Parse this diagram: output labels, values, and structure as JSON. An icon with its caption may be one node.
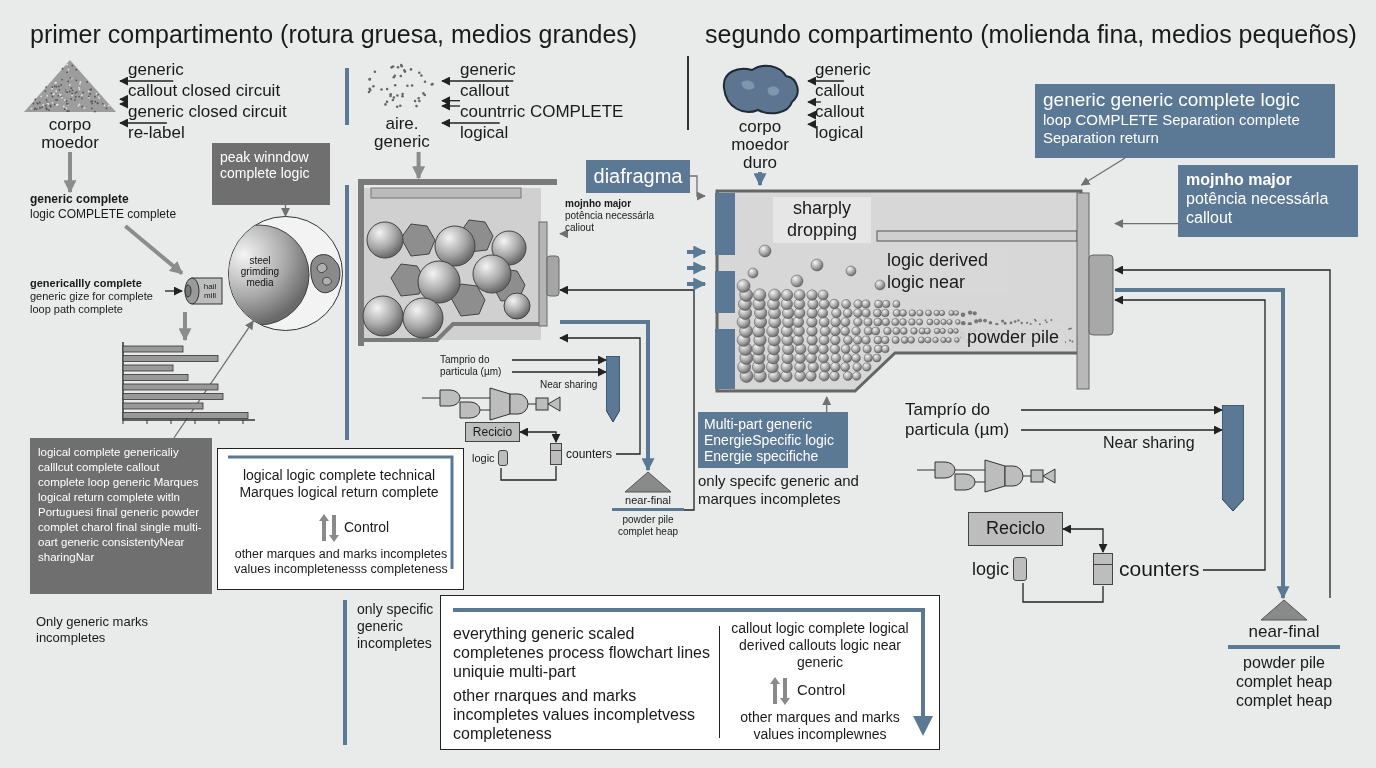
{
  "diagram": {
    "nodes": [
      {
        "text": [
          "corpo moedor"
        ]
      },
      {
        "text": [
          "generic"
        ]
      },
      {
        "text": [
          "callout closed circuit"
        ]
      },
      {
        "text": [
          "generic closed circuit"
        ]
      },
      {
        "text": [
          "re-label"
        ]
      },
      {
        "text": [
          "generic complete",
          "logic COMPLETE complete"
        ]
      },
      {
        "text": [
          "genericallly complete",
          "generic gize for complete loop path complete"
        ]
      },
      {
        "text": [
          "hail mill"
        ]
      },
      {
        "text": [],
        "shape": "picture"
      },
      {
        "text": [
          "steel grimding media"
        ]
      },
      {
        "text": [
          "peak winndow complete logic"
        ]
      },
      {
        "text": [
          "logical complete genericaliy calllcut complete callout complete loop generic Marques logical return complete witln Portuguesi final generic powder complet charol final single multi-oart generic consistentyNear sharingNar"
        ]
      },
      {
        "text": [
          "logical logic complete technical Marques logical return complete",
          "Control",
          "other marques and marks incompletes values incompletenesss completeness"
        ]
      },
      {
        "text": [
          "aire. generic"
        ]
      },
      {
        "text": [
          "generic"
        ]
      },
      {
        "text": [
          "callout"
        ]
      },
      {
        "text": [
          "countrric COMPLETE"
        ]
      },
      {
        "text": [
          "logical"
        ]
      },
      {
        "text": [],
        "shape": "picture"
      },
      {
        "text": [
          "diafragma"
        ]
      },
      {
        "text": [
          "mojnho major",
          "potência necessárla caliout"
        ]
      },
      {
        "text": [
          "Tamprio do particula (µm)"
        ]
      },
      {
        "text": [],
        "shape": "bar"
      },
      {
        "text": [
          "Recicio"
        ]
      },
      {
        "text": [],
        "shape": "box",
        "beside": [
          "logic"
        ]
      },
      {
        "text": [],
        "shape": "cylinder",
        "beside": [
          "counters"
        ]
      },
      {
        "text": [
          "near-final",
          "powder pile complet heap"
        ]
      },
      {
        "text": [
          "corpo moedor duro"
        ]
      },
      {
        "text": [
          "generic"
        ]
      },
      {
        "text": [
          "callout"
        ]
      },
      {
        "text": [
          "callout"
        ]
      },
      {
        "text": [
          "logical"
        ]
      },
      {
        "text": [],
        "shape": "picture"
      },
      {
        "text": [
          "sharply dropping"
        ],
        "in": 32
      },
      {
        "text": [
          "logic derived logic near"
        ],
        "in": 32
      },
      {
        "text": [
          "powder pile"
        ],
        "in": 32
      },
      {
        "text": [
          "generic generic complete logic",
          "loop COMPLETE Separation complete Separation return"
        ]
      },
      {
        "text": [
          "mojnho major",
          "potência necessárla callout"
        ]
      },
      {
        "text": [
          "Multi-part generic EnergieSpecific logic Energie specifiche"
        ],
        "beside": [
          "only specifc generic and marques incompletes"
        ]
      },
      {
        "text": [
          "Tamprío do particula (µm)"
        ]
      },
      {
        "text": [],
        "shape": "bar"
      },
      {
        "text": [
          "Reciclo"
        ]
      },
      {
        "text": [],
        "shape": "box",
        "beside": [
          "logic"
        ]
      },
      {
        "text": [],
        "shape": "cylinder",
        "beside": [
          "counters"
        ]
      },
      {
        "text": [
          "near-final",
          "powder pile complet heap complet heap"
        ]
      },
      {
        "text": [
          "everything generic scaled completenes process flowchart lines uniquie multi-part",
          "other rnarques and marks incompletes values incompletvess completeness",
          "callout logic complete logical derived callouts logic near generic",
          "Control",
          "other marques and marks values incomplewnes"
        ]
      }
    ],
    "edges": [
      {
        "from": 1,
        "to": 0,
        "arrow": "to"
      },
      {
        "from": 2,
        "to": 0,
        "arrow": "to"
      },
      {
        "from": 3,
        "to": 0,
        "arrow": "to"
      },
      {
        "from": 4,
        "to": 0,
        "arrow": "to"
      },
      {
        "from": 0,
        "to": 5,
        "arrow": "to",
        "style": "thick",
        "color": "#8c8c8c"
      },
      {
        "from": 5,
        "to": 7,
        "arrow": "to",
        "style": "thick",
        "color": "#8c8c8c"
      },
      {
        "from": 6,
        "to": 7,
        "arrow": "to"
      },
      {
        "from": 7,
        "to": 8,
        "arrow": "to",
        "style": "thick",
        "color": "#8c8c8c"
      },
      {
        "from": 10,
        "to": 9,
        "arrow": "to",
        "color": "#707070"
      },
      {
        "from": 11,
        "to": 9,
        "arrow": "to",
        "color": "#707070"
      },
      {
        "from": 14,
        "to": 13,
        "arrow": "to"
      },
      {
        "from": 15,
        "to": 13,
        "arrow": "to"
      },
      {
        "from": 16,
        "to": 13,
        "arrow": "to"
      },
      {
        "from": 17,
        "to": 13,
        "arrow": "to"
      },
      {
        "from": 13,
        "to": 18,
        "arrow": "to",
        "style": "thick",
        "color": "#8c8c8c"
      },
      {
        "from": 20,
        "to": 18,
        "arrow": "to",
        "color": "#707070"
      },
      {
        "from": 21,
        "to": 22,
        "arrow": "to"
      },
      {
        "from": 21,
        "to": 22,
        "arrow": "to"
      },
      {
        "from": 23,
        "to": 25,
        "arrow": "both"
      },
      {
        "from": 24,
        "to": 25,
        "arrow": "none"
      },
      {
        "from": 25,
        "to": 18,
        "arrow": "to"
      },
      {
        "from": 26,
        "to": 18,
        "arrow": "to"
      },
      {
        "from": 18,
        "to": 26,
        "arrow": "to",
        "style": "thick",
        "color": "#5b7894"
      },
      {
        "from": 28,
        "to": 27,
        "arrow": "to"
      },
      {
        "from": 29,
        "to": 27,
        "arrow": "to"
      },
      {
        "from": 30,
        "to": 27,
        "arrow": "to"
      },
      {
        "from": 31,
        "to": 27,
        "arrow": "to"
      },
      {
        "from": 27,
        "to": 32,
        "arrow": "to",
        "style": "thick",
        "color": "#5b7894"
      },
      {
        "from": 19,
        "to": 32,
        "arrow": "to",
        "color": "#707070"
      },
      {
        "from": 36,
        "to": 32,
        "arrow": "to",
        "color": "#707070"
      },
      {
        "from": 37,
        "to": 32,
        "arrow": "to",
        "color": "#707070"
      },
      {
        "from": 38,
        "to": 32,
        "arrow": "to",
        "color": "#707070"
      },
      {
        "from": null,
        "to": 32,
        "arrow": "to",
        "style": "thick",
        "color": "#5b7894"
      },
      {
        "from": null,
        "to": 32,
        "arrow": "to",
        "style": "thick",
        "color": "#5b7894"
      },
      {
        "from": null,
        "to": 32,
        "arrow": "to",
        "style": "thick",
        "color": "#5b7894"
      },
      {
        "from": 39,
        "to": 40,
        "arrow": "to"
      },
      {
        "from": 39,
        "to": 40,
        "arrow": "to"
      },
      {
        "from": 41,
        "to": 43,
        "arrow": "both"
      },
      {
        "from": 42,
        "to": 43,
        "arrow": "none"
      },
      {
        "from": 43,
        "to": 32,
        "arrow": "to"
      },
      {
        "from": 44,
        "to": 32,
        "arrow": "to"
      },
      {
        "from": 32,
        "to": 44,
        "arrow": "to",
        "style": "thick",
        "color": "#5b7894"
      }
    ],
    "labels": [
      "primer compartimento (rotura gruesa, medios grandes)",
      "segundo compartimento (molienda fina, medios pequeños)",
      "Near sharing",
      "Only generic marks incompletes",
      "only specific generic incompletes",
      "Near sharing"
    ]
  }
}
